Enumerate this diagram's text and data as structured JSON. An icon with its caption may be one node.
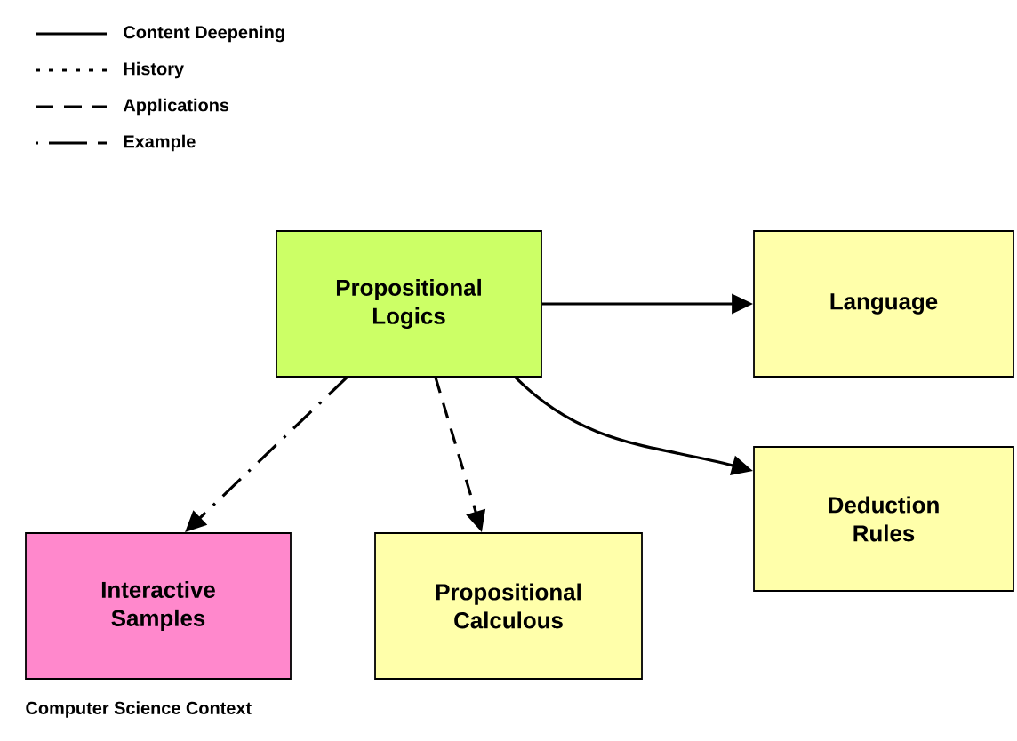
{
  "diagram": {
    "nodes": [
      {
        "text": [
          "Propositional Logics"
        ]
      },
      {
        "text": [
          "Language"
        ]
      },
      {
        "text": [
          "Deduction Rules"
        ]
      },
      {
        "text": [
          "Interactive Samples"
        ],
        "beside": [
          "Computer Science Context"
        ]
      },
      {
        "text": [
          "Propositional Calculous"
        ]
      }
    ],
    "edges": [
      {
        "from": 0,
        "to": 1,
        "arrow": "to"
      },
      {
        "from": 0,
        "to": 2,
        "arrow": "to"
      },
      {
        "from": 0,
        "to": 3,
        "arrow": "to",
        "style": "dashed"
      },
      {
        "from": 0,
        "to": 4,
        "arrow": "to",
        "style": "dashed"
      }
    ],
    "legend": [
      {
        "text": "Content Deepening"
      },
      {
        "text": "History"
      },
      {
        "text": "Applications"
      },
      {
        "text": "Example"
      }
    ]
  }
}
